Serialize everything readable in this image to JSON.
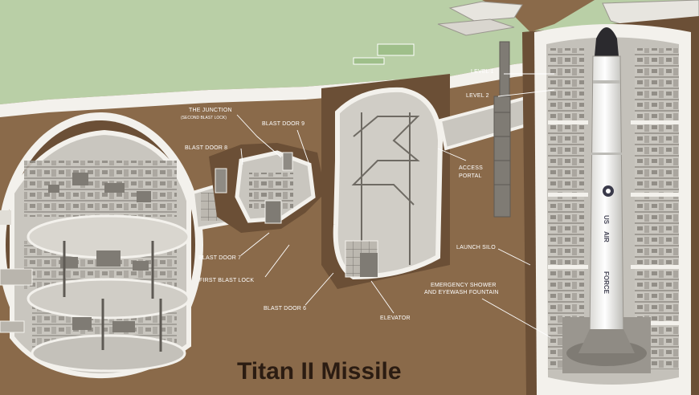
{
  "title": "Titan II Missile",
  "labels": {
    "level1": "LEVEL 1",
    "level2": "LEVEL 2",
    "junction": "THE JUNCTION",
    "junction_sub": "(SECOND BLAST LOCK)",
    "blast_door_9": "BLAST DOOR 9",
    "blast_door_8": "BLAST DOOR 8",
    "access_portal_1": "ACCESS",
    "access_portal_2": "PORTAL",
    "launch_silo": "LAUNCH SILO",
    "blast_door_7": "BLAST DOOR 7",
    "first_blast_lock": "FIRST BLAST LOCK",
    "emergency_1": "EMERGENCY SHOWER",
    "emergency_2": "AND EYEWASH FOUNTAIN",
    "blast_door_6": "BLAST DOOR 6",
    "elevator": "ELEVATOR"
  },
  "missile_text": {
    "us": "US",
    "air": "AIR",
    "force": "FORCE"
  },
  "colors": {
    "grass": "#b9cfa6",
    "earth": "#8a6a4a",
    "earth_dark": "#6b4f36",
    "concrete": "#f3f1ec",
    "interior": "#c9c6bf",
    "interior_dark": "#7f7b74",
    "text_dark": "#2b1c12",
    "label": "#ffffff"
  }
}
